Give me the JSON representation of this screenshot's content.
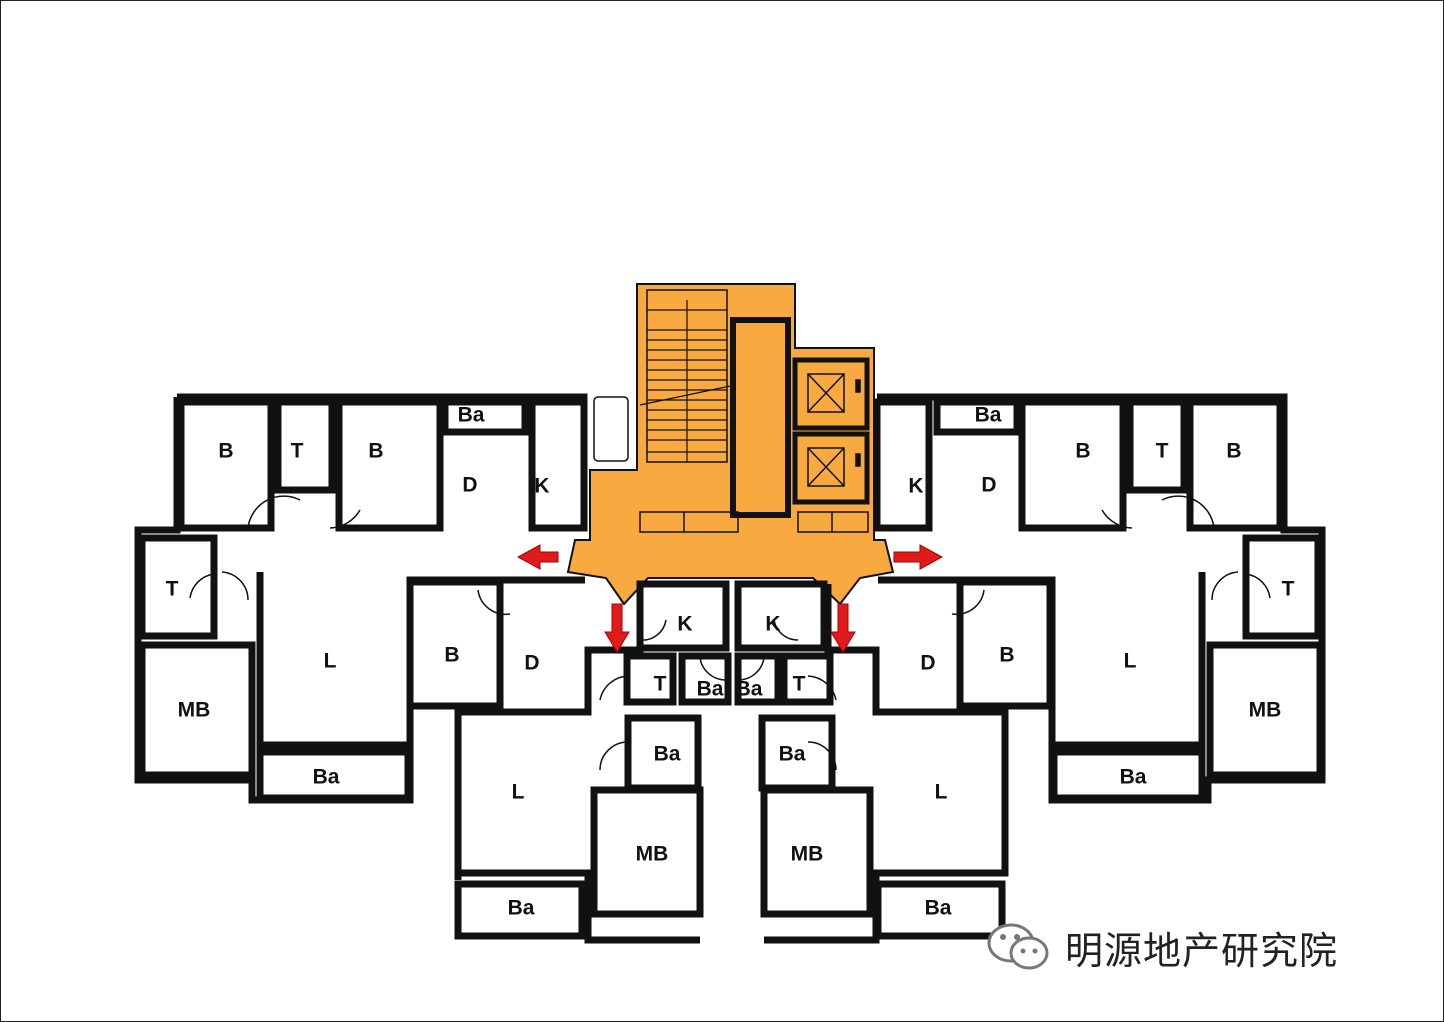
{
  "rooms": {
    "wl_B1": "B",
    "wl_T1": "T",
    "wl_B2": "B",
    "wl_Ba_top": "Ba",
    "wl_D": "D",
    "wl_K": "K",
    "wl_T2": "T",
    "wl_L": "L",
    "wl_MB": "MB",
    "wl_Ba_bottom": "Ba",
    "wl_B3": "B",
    "cl_D": "D",
    "cl_K": "K",
    "cl_T": "T",
    "cl_Ba1": "Ba",
    "cl_Ba2": "Ba",
    "cl_L": "L",
    "cl_MB": "MB",
    "cl_Ba3": "Ba",
    "cr_K": "K",
    "cr_Ba1": "Ba",
    "cr_T": "T",
    "cr_Ba2": "Ba",
    "cr_D": "D",
    "cr_L": "L",
    "cr_MB": "MB",
    "cr_Ba3": "Ba",
    "er_Ba_top": "Ba",
    "er_K": "K",
    "er_D": "D",
    "er_B1": "B",
    "er_T1": "T",
    "er_B2": "B",
    "er_T2": "T",
    "er_B3": "B",
    "er_L": "L",
    "er_MB": "MB",
    "er_Ba_bottom": "Ba"
  },
  "brand": {
    "name": "明源地产研究院"
  },
  "colors": {
    "core": "#f8a93f",
    "arrow": "#e01b1b",
    "wall": "#111111"
  }
}
